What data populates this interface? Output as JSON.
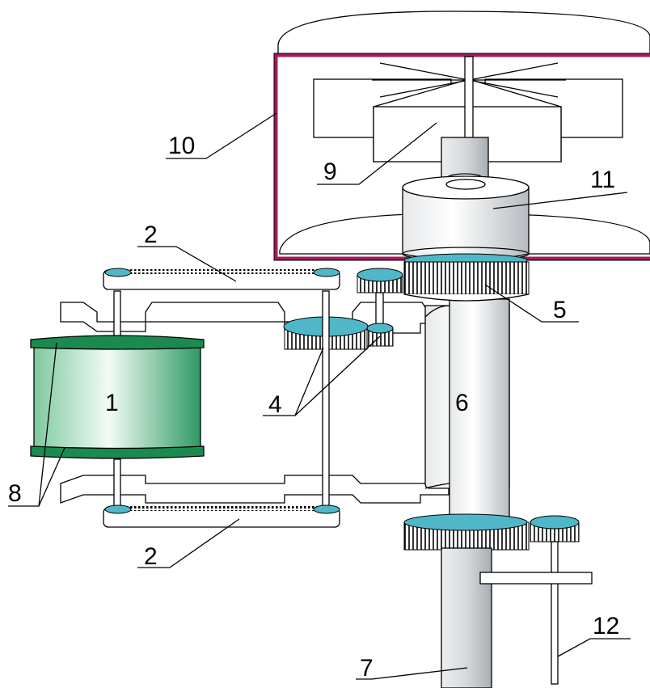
{
  "labels": {
    "l1": "1",
    "l2_top": "2",
    "l2_bottom": "2",
    "l4": "4",
    "l5": "5",
    "l6": "6",
    "l7": "7",
    "l8": "8",
    "l9": "9",
    "l10": "10",
    "l11": "11",
    "l12": "12"
  },
  "colors": {
    "housing_border": "#a5195d",
    "gear_top": "#4fb7c8",
    "bobbin_green": "#1b8a4e",
    "bobbin_light": "#e3f6ec",
    "shaft_gray": "#d4d7da"
  }
}
